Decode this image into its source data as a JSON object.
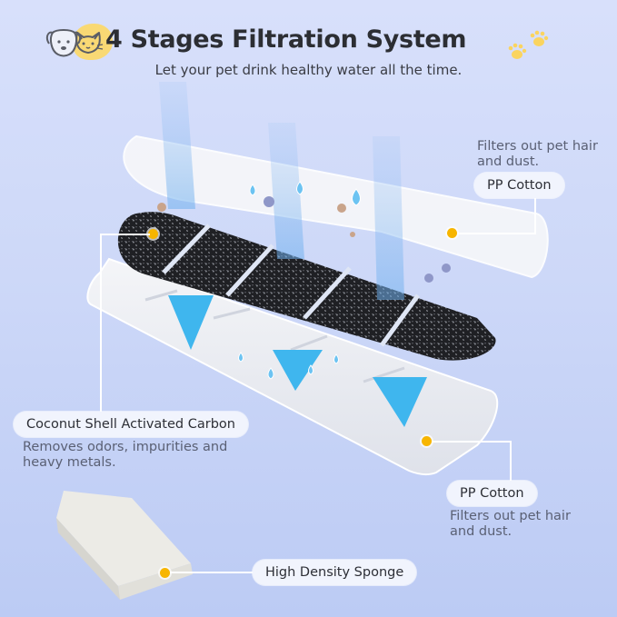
{
  "header": {
    "title": "4 Stages Filtration System",
    "subtitle": "Let your pet drink healthy water all the time.",
    "icons": [
      "dog-face-icon",
      "cat-face-icon",
      "paw-print-icon"
    ]
  },
  "layers": [
    {
      "id": "pp-cotton-top",
      "label": "PP Cotton",
      "description": "Filters out pet hair and dust."
    },
    {
      "id": "coconut-carbon",
      "label": "Coconut Shell Activated Carbon",
      "description": "Removes odors, impurities and heavy metals."
    },
    {
      "id": "pp-cotton-bottom",
      "label": "PP Cotton",
      "description": "Filters out pet hair and dust."
    },
    {
      "id": "sponge",
      "label": "High Density Sponge",
      "description": ""
    }
  ],
  "colors": {
    "background_top": "#d8e0fb",
    "background_bottom": "#bccbf4",
    "callout_dot": "#f7b500",
    "water_blue": "#3fb6ee",
    "pill_bg": "#f1f4fd",
    "title_text": "#2c2e33",
    "desc_text": "#5a6074"
  }
}
